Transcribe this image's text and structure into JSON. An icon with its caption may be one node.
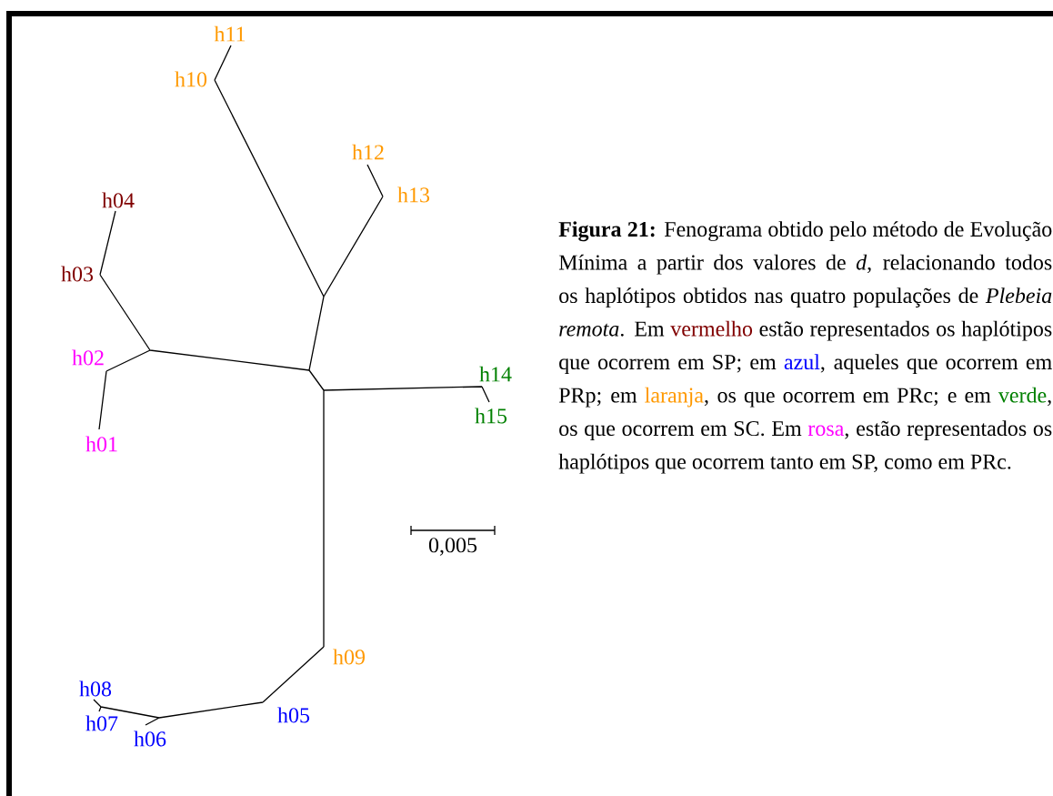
{
  "diagram": {
    "labels": [
      "h11",
      "h10",
      "h12",
      "h13",
      "h04",
      "h03",
      "h02",
      "h14",
      "h15",
      "h01",
      "h09",
      "h08",
      "h05",
      "h07",
      "h06",
      "0,005",
      "**Figura 21:** Fenograma obtido pelo método de Evolução Mínima a partir dos valores de *d*, relacionando todos os haplótipos obtidos nas quatro populações de *Plebeia remota*. Em",
      "vermelho",
      "estão representados os haplótipos que ocorrem em SP; em",
      "azul",
      ", aqueles que ocorrem em PRp; em",
      "laranja",
      ", os que ocorrem em PRc; e em",
      "verde",
      ", os que ocorrem em SC. Em",
      "rosa",
      ", estão representados os haplótipos que ocorrem tanto em SP, como em PRc."
    ]
  }
}
